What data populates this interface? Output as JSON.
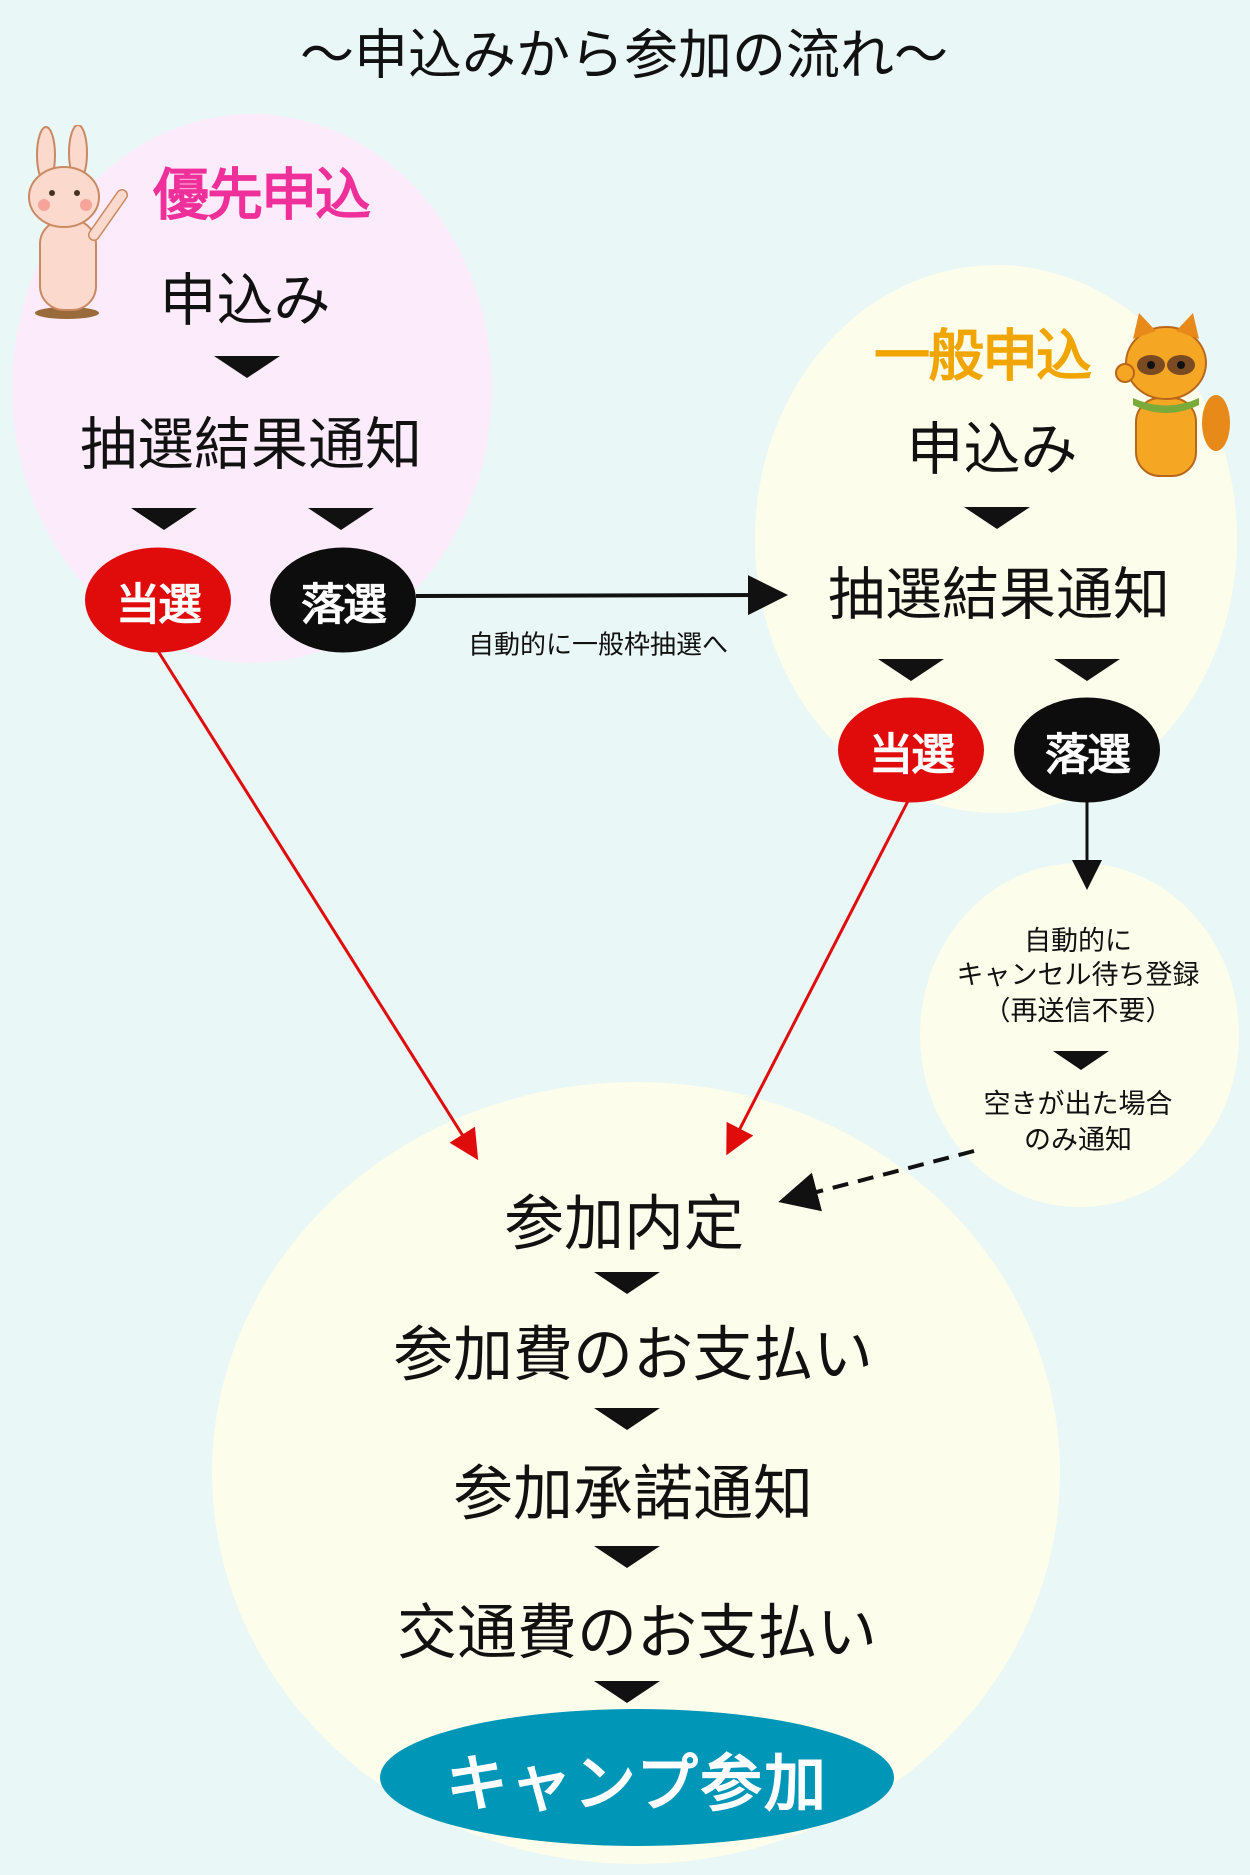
{
  "title": "〜申込みから参加の流れ〜",
  "priority": {
    "heading": "優先申込",
    "step1": "申込み",
    "step2": "抽選結果通知",
    "win": "当選",
    "lose": "落選",
    "transfer_label": "自動的に一般枠抽選へ"
  },
  "general": {
    "heading": "一般申込",
    "step1": "申込み",
    "step2": "抽選結果通知",
    "win": "当選",
    "lose": "落選"
  },
  "waitlist": {
    "line1": "自動的に",
    "line2": "キャンセル待ち登録",
    "line3": "（再送信不要）",
    "line4": "空きが出た場合",
    "line5": "のみ通知"
  },
  "final": {
    "step1": "参加内定",
    "step2": "参加費のお支払い",
    "step3": "参加承諾通知",
    "step4": "交通費のお支払い",
    "goal": "キャンプ参加"
  },
  "colors": {
    "background": "#eaf7f7",
    "priority_bg": "#fcecfb",
    "general_bg": "#fcfdea",
    "priority_heading": "#f0309a",
    "general_heading": "#f0a500",
    "win": "#e00c0c",
    "lose": "#0d0d0d",
    "goal": "#0096b8"
  }
}
